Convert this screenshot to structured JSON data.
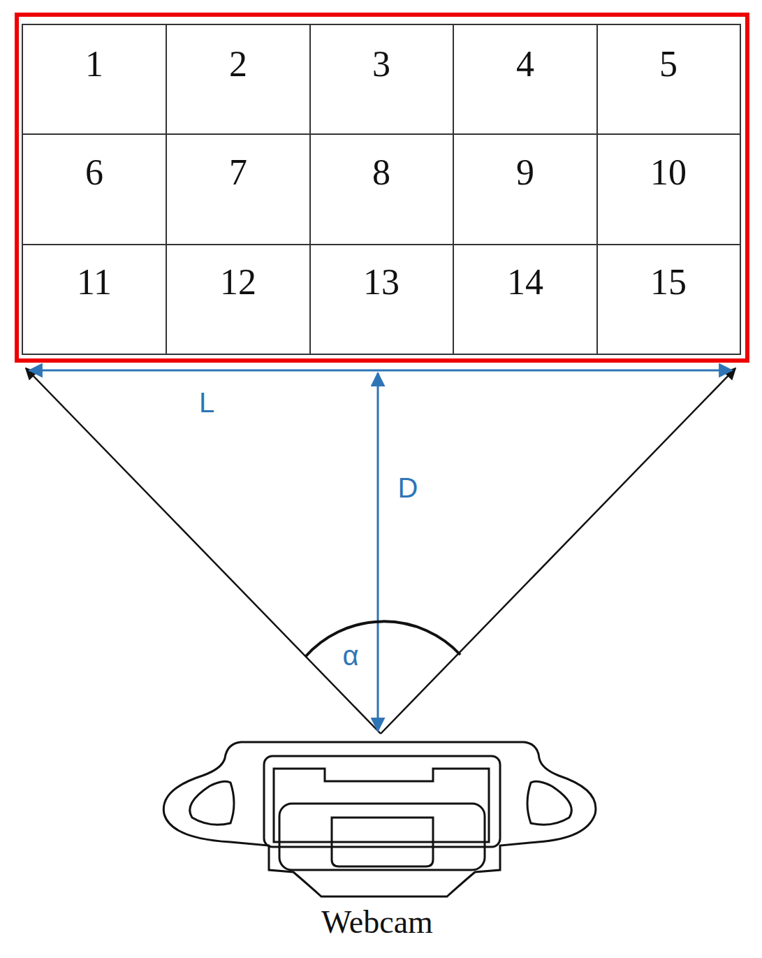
{
  "diagram": {
    "labels": [
      "1",
      "2",
      "3",
      "4",
      "5",
      "6",
      "7",
      "8",
      "9",
      "10",
      "11",
      "12",
      "13",
      "14",
      "15",
      "L",
      "D",
      "α",
      "Webcam"
    ]
  }
}
